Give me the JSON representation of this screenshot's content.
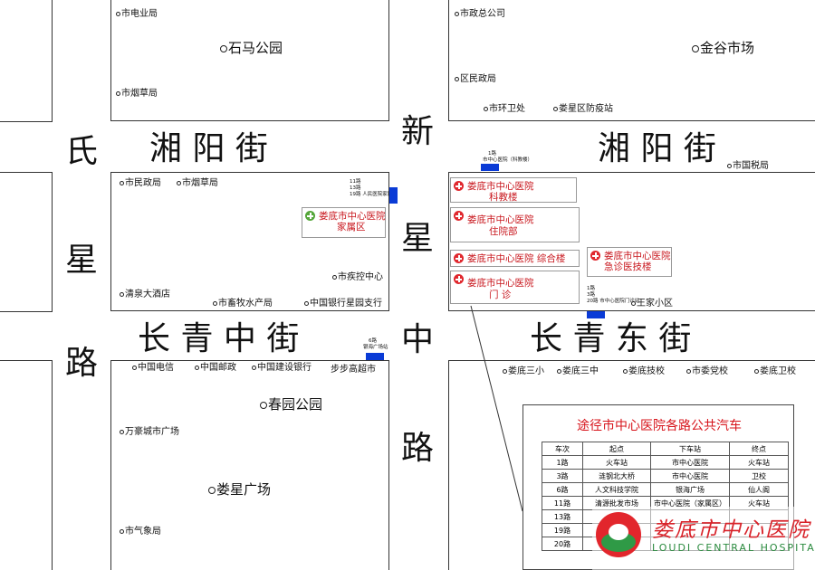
{
  "roads": {
    "shi": "氏",
    "xing": "星",
    "lu": "路",
    "xiangyang_w": "湘 阳 街",
    "xin": "新",
    "xing2": "星",
    "zhong": "中",
    "lu2": "路",
    "xiangyang_e": "湘 阳 街",
    "changqing_zhong": "长 青 中 街",
    "changqing_dong": "长 青 东 街"
  },
  "places": {
    "shidianyeju": "市电业局",
    "shimagongyuan": "石马公园",
    "shiyancaoju": "市烟草局",
    "shizhenggongsi": "市政总公司",
    "jinguishichang": "金谷市场",
    "quminzhengju": "区民政局",
    "shihuanweichu": "市环卫处",
    "louxingqufangyizhan": "娄星区防疫站",
    "shiminzhengju": "市民政局",
    "shiyancaoju2": "市烟草局",
    "shijikongzhongxin": "市疾控中心",
    "qingquandajiudian": "清泉大酒店",
    "shixumushuichanju": "市畜牧水产局",
    "zhongguoyinhang": "中国银行星园支行",
    "shiguoshuiju": "市国税局",
    "wangjiaxiaoqu": "王家小区",
    "zhongguodianxin": "中国电信",
    "zhongguoyouzheng": "中国邮政",
    "zhongguojianshe": "中国建设银行",
    "bubugao": "步步高超市",
    "chunyuangongyuan": "春园公园",
    "wanhao": "万豪城市广场",
    "louxingguangchang": "娄星广场",
    "shiqixiangju": "市气象局",
    "sanxiao": "娄底三小",
    "sanzhong": "娄底三中",
    "jixiao": "娄底技校",
    "shiweidangxiao": "市委党校",
    "weixiao": "娄底卫校"
  },
  "hospital": {
    "kejiao_1": "娄底市中心医院",
    "kejiao_2": "科教楼",
    "jiashu_1": "娄底市中心医院",
    "jiashu_2": "家属区",
    "zhuyuan_1": "娄底市中心医院",
    "zhuyuan_2": "住院部",
    "zonghe": "娄底市中心医院 综合楼",
    "jizhen_1": "娄底市中心医院",
    "jizhen_2": "急诊医技楼",
    "menzhen_1": "娄底市中心医院",
    "menzhen_2": "门 诊"
  },
  "stops": {
    "s1": [
      "11路",
      "13路",
      "19路"
    ],
    "s1_name": "人民医院家属区",
    "s2": [
      "1路"
    ],
    "s2_name": "市中心医院（科教楼）",
    "s3": [
      "6路"
    ],
    "s3_name": "银海广场站",
    "s4": [
      "1路",
      "3路",
      "20路"
    ],
    "s4_name": "市中心医院门诊站"
  },
  "legend": {
    "title": "途径市中心医院各路公共汽车",
    "headers": [
      "车次",
      "起点",
      "下车站",
      "终点"
    ],
    "rows": [
      [
        "1路",
        "火车站",
        "市中心医院",
        "火车站"
      ],
      [
        "3路",
        "涟钢北大桥",
        "市中心医院",
        "卫校"
      ],
      [
        "6路",
        "人文科技学院",
        "银海广场",
        "仙人阁"
      ],
      [
        "11路",
        "清源批发市场",
        "市中心医院（家属区）",
        "火车站"
      ],
      [
        "13路",
        "",
        "",
        ""
      ],
      [
        "19路",
        "",
        "",
        ""
      ],
      [
        "20路",
        "",
        "",
        ""
      ]
    ]
  },
  "logo": {
    "cn": "娄底市中心医院",
    "en": "LOUDI CENTRAL HOSPITAL"
  },
  "colors": {
    "hospital_red": "#c8161d",
    "stop_blue": "#0a3bd6",
    "logo_green": "#2a8a3e"
  }
}
